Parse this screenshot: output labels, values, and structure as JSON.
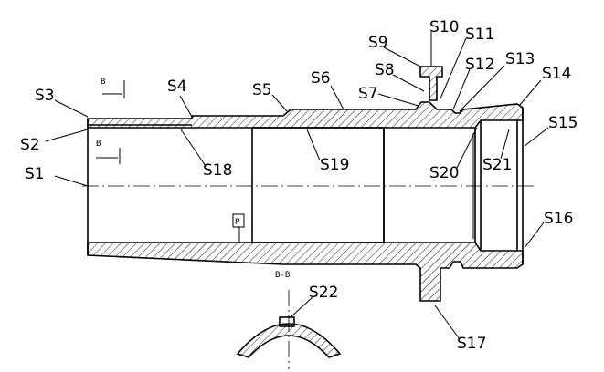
{
  "labels": [
    {
      "id": "s1",
      "text": "S1"
    },
    {
      "id": "s2",
      "text": "S2"
    },
    {
      "id": "s3",
      "text": "S3"
    },
    {
      "id": "s4",
      "text": "S4"
    },
    {
      "id": "s5",
      "text": "S5"
    },
    {
      "id": "s6",
      "text": "S6"
    },
    {
      "id": "s7",
      "text": "S7"
    },
    {
      "id": "s8",
      "text": "S8"
    },
    {
      "id": "s9",
      "text": "S9"
    },
    {
      "id": "s10",
      "text": "S10"
    },
    {
      "id": "s11",
      "text": "S11"
    },
    {
      "id": "s12",
      "text": "S12"
    },
    {
      "id": "s13",
      "text": "S13"
    },
    {
      "id": "s14",
      "text": "S14"
    },
    {
      "id": "s15",
      "text": "S15"
    },
    {
      "id": "s16",
      "text": "S16"
    },
    {
      "id": "s17",
      "text": "S17"
    },
    {
      "id": "s18",
      "text": "S18"
    },
    {
      "id": "s19",
      "text": "S19"
    },
    {
      "id": "s20",
      "text": "S20"
    },
    {
      "id": "s21",
      "text": "S21"
    },
    {
      "id": "s22",
      "text": "S22"
    }
  ],
  "section_marks": {
    "top": "B",
    "bottom": "B",
    "section_title": "B-B"
  },
  "datum_label": "P"
}
